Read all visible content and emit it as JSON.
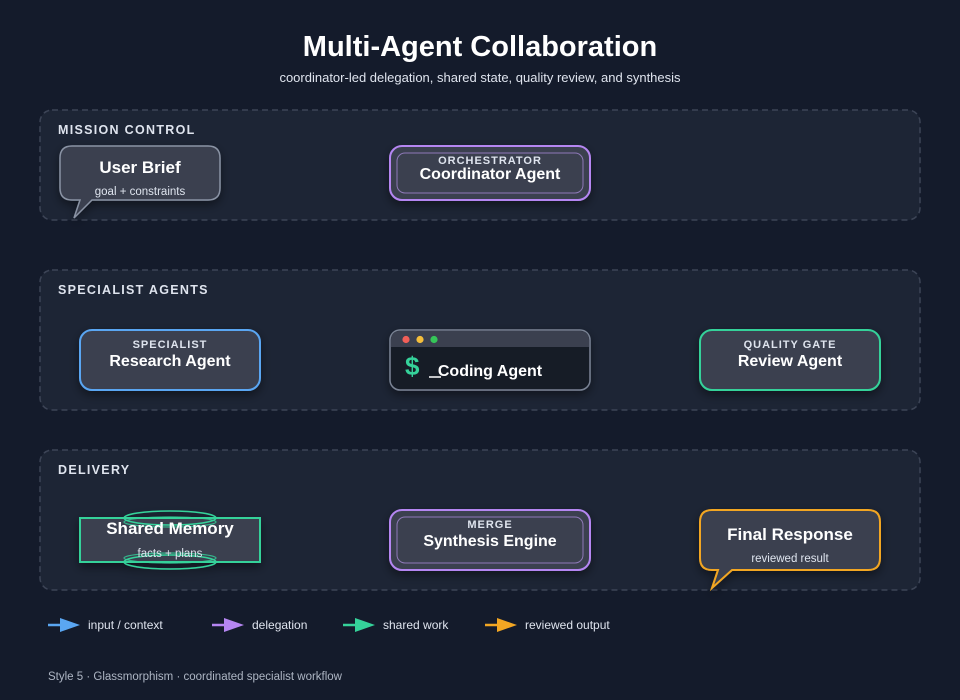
{
  "title": "Multi-Agent Collaboration",
  "subtitle": "coordinator-led delegation, shared state, quality review, and synthesis",
  "lanes": [
    {
      "label": "MISSION CONTROL"
    },
    {
      "label": "SPECIALIST AGENTS"
    },
    {
      "label": "DELIVERY"
    }
  ],
  "nodes": {
    "user_brief": {
      "title": "User Brief",
      "sub": "goal + constraints"
    },
    "coordinator": {
      "tag": "ORCHESTRATOR",
      "title": "Coordinator Agent"
    },
    "research": {
      "tag": "SPECIALIST",
      "title": "Research Agent"
    },
    "coding": {
      "prompt": "$",
      "title": "Coding Agent"
    },
    "review": {
      "tag": "QUALITY GATE",
      "title": "Review Agent"
    },
    "memory": {
      "title": "Shared Memory",
      "sub": "facts + plans"
    },
    "synthesis": {
      "tag": "MERGE",
      "title": "Synthesis Engine"
    },
    "final": {
      "title": "Final Response",
      "sub": "reviewed result"
    }
  },
  "legend": [
    {
      "label": "input / context",
      "color": "#5aa6f2"
    },
    {
      "label": "delegation",
      "color": "#b586f2"
    },
    {
      "label": "shared work",
      "color": "#35d29a"
    },
    {
      "label": "reviewed output",
      "color": "#f2a623"
    }
  ],
  "footer": "Style 5 · Glassmorphism · coordinated specialist workflow",
  "colors": {
    "background": "#141b2b",
    "lane": "#1d2535",
    "node": "#3a4150",
    "blue": "#5aa6f2",
    "purple": "#b586f2",
    "green": "#35d29a",
    "orange": "#f2a623"
  }
}
